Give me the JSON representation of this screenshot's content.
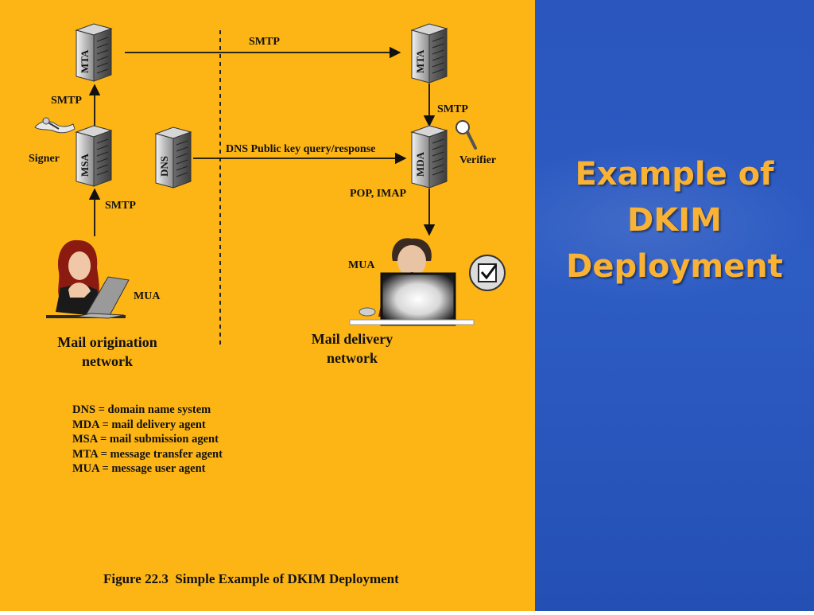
{
  "slide": {
    "title_lines": [
      "Example of",
      "DKIM",
      "Deployment"
    ]
  },
  "diagram": {
    "servers": {
      "mta_left": "MTA",
      "msa": "MSA",
      "dns": "DNS",
      "mta_right": "MTA",
      "mda": "MDA"
    },
    "edge_labels": {
      "smtp_top": "SMTP",
      "smtp_msa_mta": "SMTP",
      "smtp_mua_msa": "SMTP",
      "smtp_mta_mda": "SMTP",
      "dns_query": "DNS Public key query/response",
      "pop_imap": "POP, IMAP"
    },
    "role_labels": {
      "signer": "Signer",
      "verifier": "Verifier",
      "mua_left": "MUA",
      "mua_right": "MUA"
    },
    "networks": {
      "origination": [
        "Mail origination",
        "network"
      ],
      "delivery": [
        "Mail delivery",
        "network"
      ]
    },
    "legend": [
      "DNS = domain name system",
      "MDA = mail delivery agent",
      "MSA = mail submission agent",
      "MTA = message transfer agent",
      "MUA = message user agent"
    ],
    "caption": "Figure 22.3  Simple Example of DKIM Deployment"
  }
}
